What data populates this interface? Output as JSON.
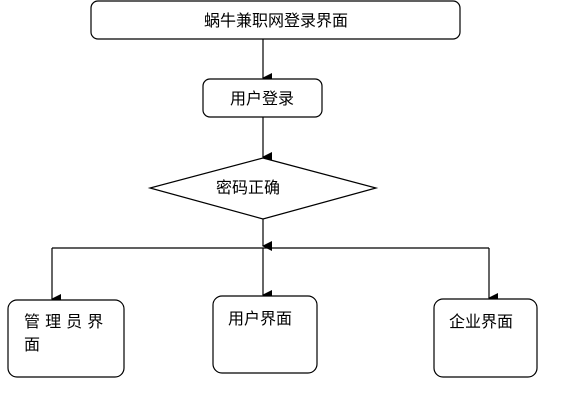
{
  "diagram": {
    "nodes": {
      "title": {
        "label": "蜗牛兼职网登录界面",
        "shape": "rounded-rectangle"
      },
      "user_login": {
        "label": "用户登录",
        "shape": "rounded-rectangle"
      },
      "password_check": {
        "label": "密码正确",
        "shape": "diamond"
      },
      "admin_page": {
        "label_line1": "管 理 员 界",
        "label_line2": "面",
        "shape": "rounded-rectangle"
      },
      "user_page": {
        "label": "用户界面",
        "shape": "rounded-rectangle"
      },
      "company_page": {
        "label": "企业界面",
        "shape": "rounded-rectangle"
      }
    },
    "edges": [
      {
        "from": "title",
        "to": "user_login"
      },
      {
        "from": "user_login",
        "to": "password_check"
      },
      {
        "from": "password_check",
        "to": "admin_page"
      },
      {
        "from": "password_check",
        "to": "user_page"
      },
      {
        "from": "password_check",
        "to": "company_page"
      }
    ],
    "colors": {
      "stroke": "#000000",
      "fill": "#ffffff",
      "text": "#000000"
    }
  }
}
